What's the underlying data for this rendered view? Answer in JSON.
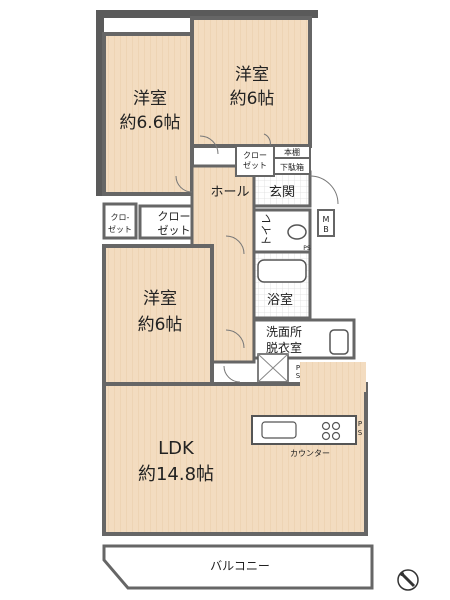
{
  "rooms": {
    "bedroom1": {
      "name": "洋室",
      "size": "約6.6帖"
    },
    "bedroom2": {
      "name": "洋室",
      "size": "約6帖"
    },
    "bedroom3": {
      "name": "洋室",
      "size": "約6帖"
    },
    "ldk": {
      "name": "LDK",
      "size": "約14.8帖"
    },
    "hall": "ホール",
    "entrance": "玄関",
    "toilet": "トイレ",
    "bath": "浴室",
    "washroom_line1": "洗面所",
    "washroom_line2": "脱衣室",
    "balcony": "バルコニー"
  },
  "storage": {
    "closet_top_line1": "クロー",
    "closet_top_line2": "ゼット",
    "shelf": "本棚",
    "shoe_box": "下駄箱",
    "closet_left_line1": "クロ-",
    "closet_left_line2": "ゼット",
    "closet_mid_line1": "クロー",
    "closet_mid_line2": "ゼット",
    "mb_line1": "M",
    "mb_line2": "B"
  },
  "fixtures": {
    "counter": "カウンター",
    "ps1": "PS",
    "ps2_line1": "P",
    "ps2_line2": "S",
    "ps3_line1": "P",
    "ps3_line2": "S"
  },
  "colors": {
    "floor_wood": "#f3dcc0",
    "wall": "#5a5a5a",
    "balcony": "#ffffff"
  }
}
